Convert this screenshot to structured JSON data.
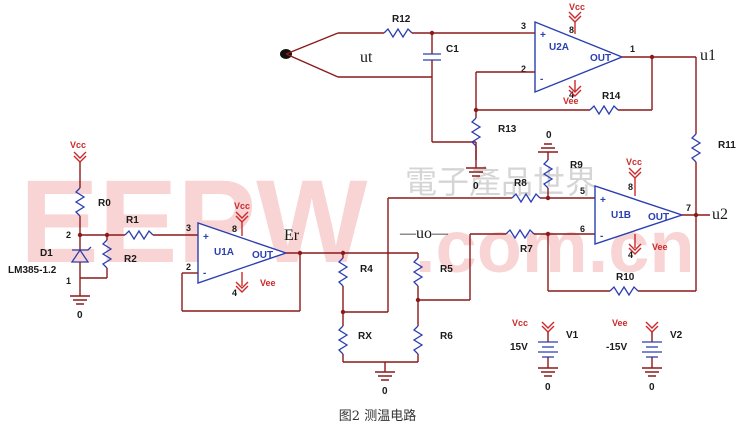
{
  "watermark": {
    "latin": "EEPW",
    "domain": ".com.cn",
    "chinese": "電子產品世界"
  },
  "caption": "图2 测温电路",
  "signals": {
    "ut": "ut",
    "u1": "u1",
    "u2": "u2",
    "er": "Er",
    "uo": "—uo—"
  },
  "components": {
    "R0": "R0",
    "R1": "R1",
    "R2": "R2",
    "R4": "R4",
    "R5": "R5",
    "R6": "R6",
    "R7": "R7",
    "R8": "R8",
    "R9": "R9",
    "R10": "R10",
    "R11": "R11",
    "R12": "R12",
    "R13": "R13",
    "R14": "R14",
    "RX": "RX",
    "C1": "C1",
    "D1": "D1",
    "D1_part": "LM385-1.2",
    "U1A": "U1A",
    "U2A": "U2A",
    "U1B": "U1B",
    "V1": "V1",
    "V2": "V2",
    "V1_value": "15V",
    "V2_value": "-15V"
  },
  "power": {
    "vcc": "Vcc",
    "vee": "Vee",
    "ground": "0",
    "out": "OUT"
  },
  "pins": {
    "u1a_in_plus": "3",
    "u1a_in_minus": "2",
    "u1a_v_plus": "8",
    "u1a_v_minus": "4",
    "u2a_in_plus": "3",
    "u2a_in_minus": "2",
    "u2a_out": "1",
    "u2a_v_plus": "8",
    "u2a_v_minus": "4",
    "u1b_in_plus": "5",
    "u1b_in_minus": "6",
    "u1b_out": "7",
    "u1b_v_plus": "8",
    "u1b_v_minus": "4",
    "d1_a": "2",
    "d1_k": "1",
    "op_plus": "+",
    "op_minus": "-"
  }
}
